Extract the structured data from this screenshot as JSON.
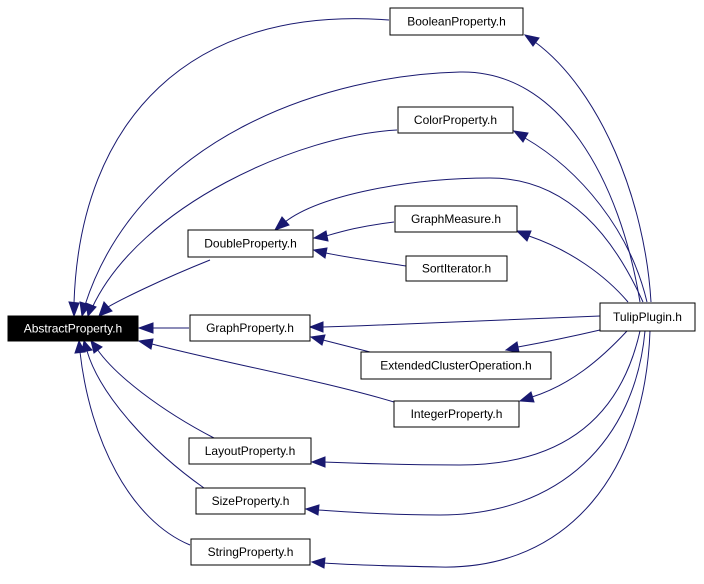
{
  "nodes": {
    "abstract": "AbstractProperty.h",
    "boolean": "BooleanProperty.h",
    "color": "ColorProperty.h",
    "double": "DoubleProperty.h",
    "graphmeasure": "GraphMeasure.h",
    "sortiterator": "SortIterator.h",
    "graph": "GraphProperty.h",
    "tulipplugin": "TulipPlugin.h",
    "extended": "ExtendedClusterOperation.h",
    "integer": "IntegerProperty.h",
    "layout": "LayoutProperty.h",
    "size": "SizeProperty.h",
    "string": "StringProperty.h"
  },
  "colors": {
    "edge": "#191970",
    "root_fill": "#000000",
    "root_text": "#ffffff",
    "node_fill": "#ffffff",
    "node_border": "#000000"
  }
}
